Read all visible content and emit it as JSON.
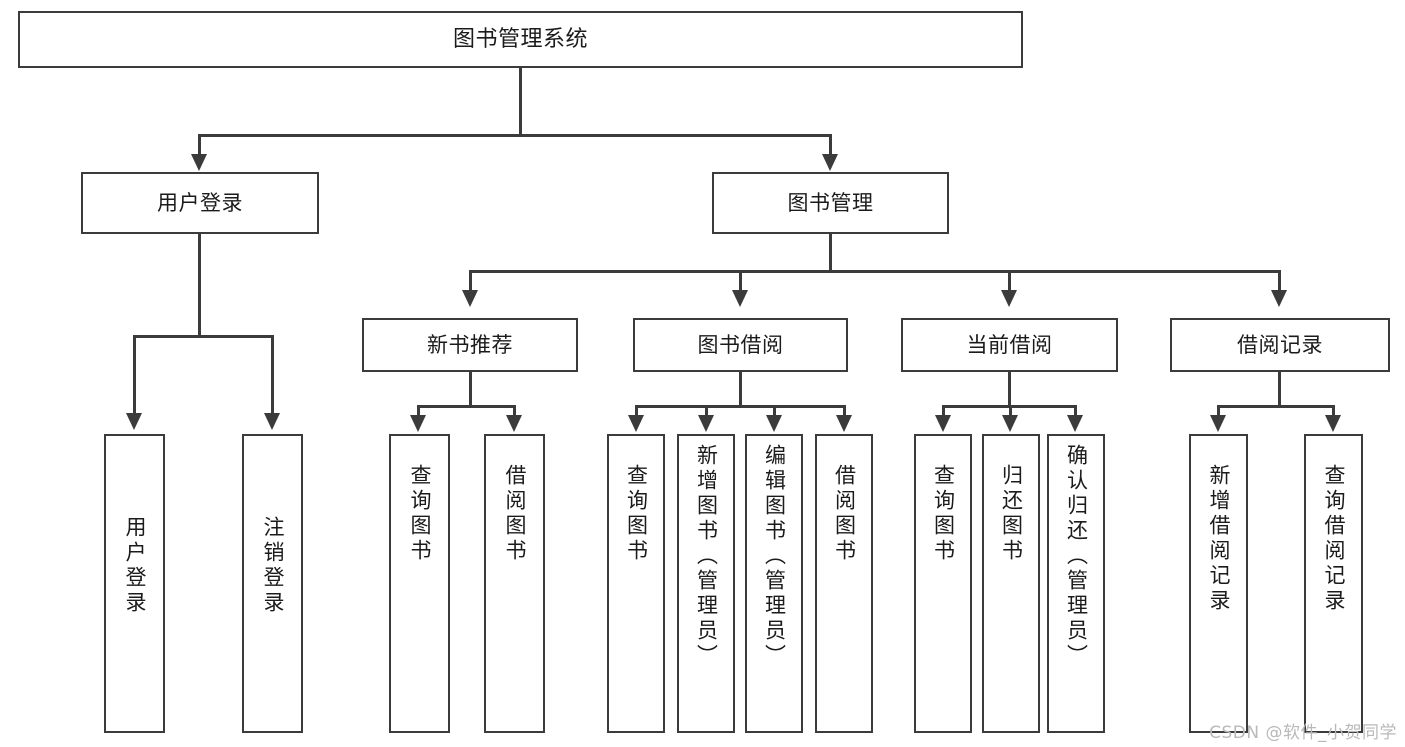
{
  "diagram": {
    "type": "tree-hierarchy",
    "title": "图书管理系统",
    "root": {
      "label": "图书管理系统"
    },
    "level2": [
      {
        "label": "用户登录"
      },
      {
        "label": "图书管理"
      }
    ],
    "level3": [
      {
        "label": "新书推荐"
      },
      {
        "label": "图书借阅"
      },
      {
        "label": "当前借阅"
      },
      {
        "label": "借阅记录"
      }
    ],
    "leaves": {
      "user_login": [
        {
          "label": "用户登录"
        },
        {
          "label": "注销登录"
        }
      ],
      "new_book_recommend": [
        {
          "label": "查询图书"
        },
        {
          "label": "借阅图书"
        }
      ],
      "book_borrow": [
        {
          "label": "查询图书"
        },
        {
          "label": "新增图书（管理员）"
        },
        {
          "label": "编辑图书（管理员）"
        },
        {
          "label": "借阅图书"
        }
      ],
      "current_borrow": [
        {
          "label": "查询图书"
        },
        {
          "label": "归还图书"
        },
        {
          "label": "确认归还（管理员）"
        }
      ],
      "borrow_record": [
        {
          "label": "新增借阅记录"
        },
        {
          "label": "查询借阅记录"
        }
      ]
    }
  },
  "watermark": {
    "text": "CSDN @软件_小贺同学"
  },
  "colors": {
    "stroke": "#3b3b3b",
    "text": "#1b1b1b",
    "background": "#ffffff",
    "watermark": "#b9b9b9"
  }
}
